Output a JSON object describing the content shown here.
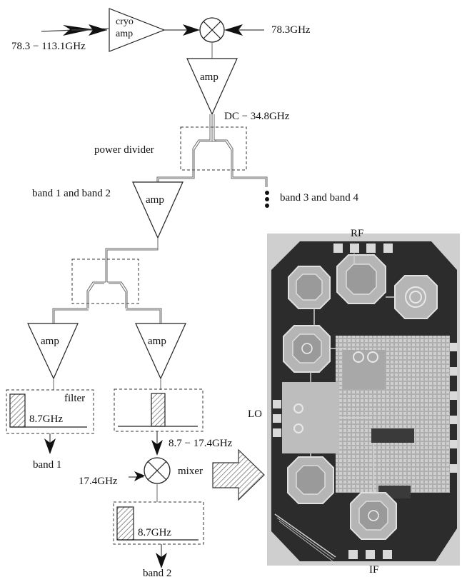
{
  "labels": {
    "cryo_amp_line1": "cryo",
    "cryo_amp_line2": "amp",
    "rf_input_range": "78.3 − 113.1GHz",
    "lo_freq_top": "78.3GHz",
    "amp": "amp",
    "if_range": "DC − 34.8GHz",
    "power_divider": "power  divider",
    "band12": "band 1 and band 2",
    "band34": "band 3 and band 4",
    "filter": "filter",
    "filter_freq_left": "8.7GHz",
    "freq_range_right": "8.7 − 17.4GHz",
    "band1": "band 1",
    "lo_freq_bottom": "17.4GHz",
    "mixer": "mixer",
    "filter_freq_bottom": "8.7GHz",
    "band2": "band 2",
    "chip_rf": "RF",
    "chip_lo": "LO",
    "chip_if": "IF"
  },
  "colors": {
    "chip_frame": "#c9c9c9",
    "chip_substrate": "#2a2a2a",
    "chip_metal": "#bdbdbd",
    "hatch": "#555555"
  }
}
